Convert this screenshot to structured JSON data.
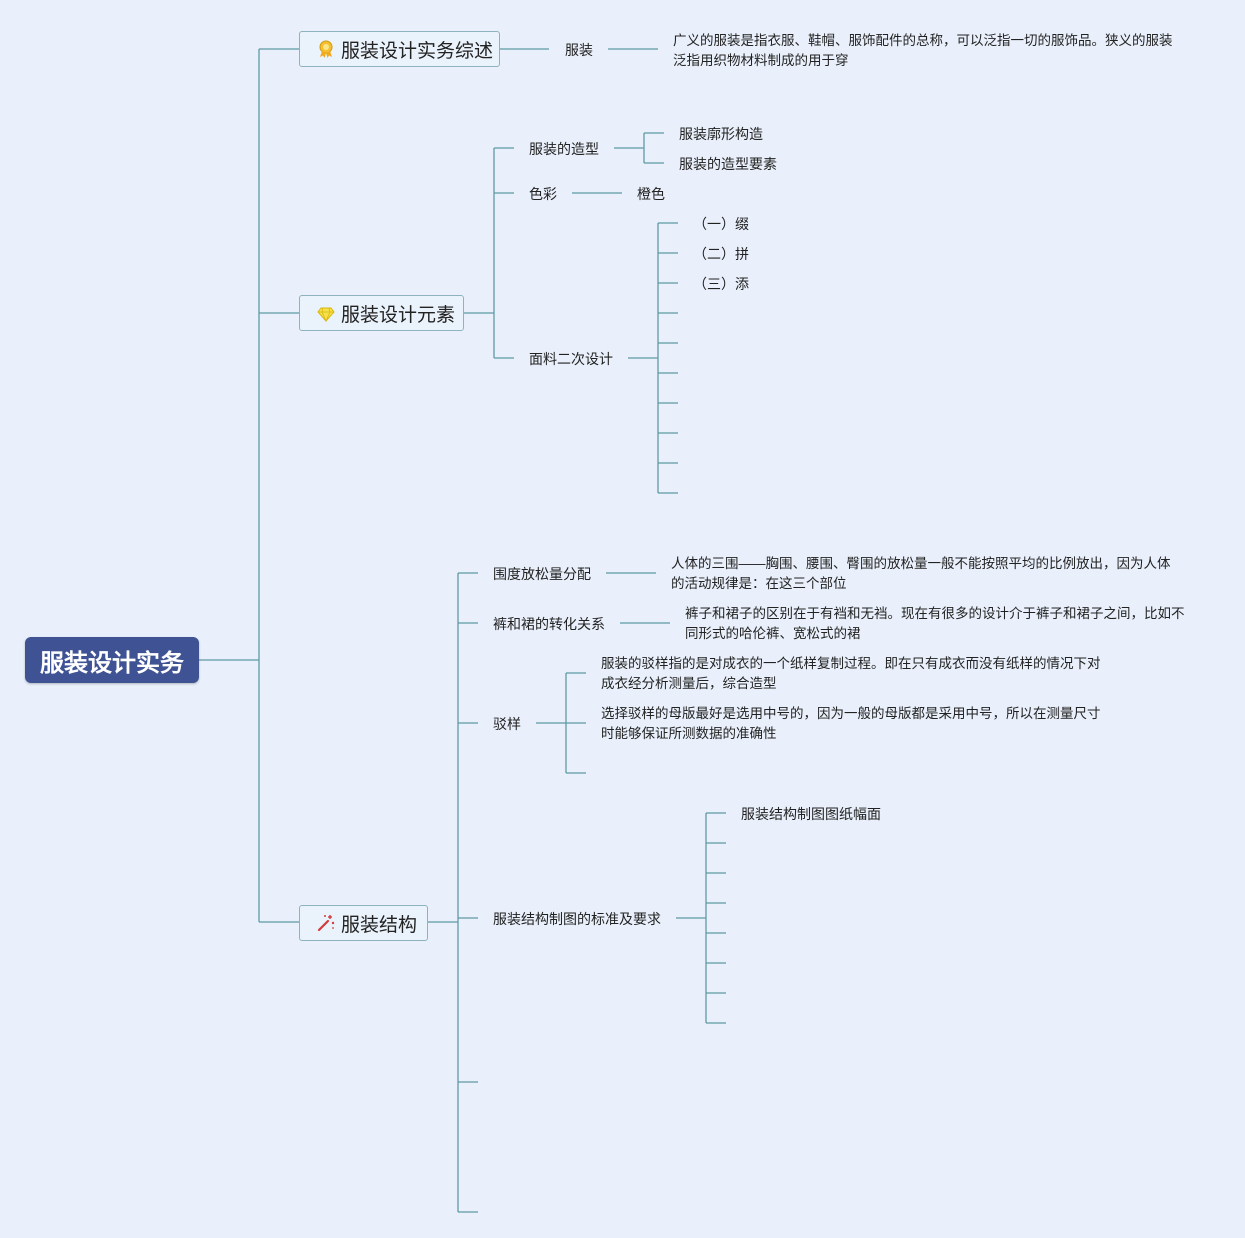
{
  "root": "服装设计实务",
  "branches": [
    {
      "label": "服装设计实务综述",
      "icon": "award-ribbon-icon",
      "children": [
        {
          "label": "服装",
          "detail": "广义的服装是指衣服、鞋帽、服饰配件的总称，可以泛指一切的服饰品。狭义的服装泛指用织物材料制成的用于穿"
        }
      ]
    },
    {
      "label": "服装设计元素",
      "icon": "diamond-gem-icon",
      "children": [
        {
          "label": "服装的造型",
          "items": [
            "服装廓形构造",
            "服装的造型要素"
          ]
        },
        {
          "label": "色彩",
          "items": [
            "橙色"
          ]
        },
        {
          "label": "面料二次设计",
          "items": [
            "（一）缀",
            "（二）拼",
            "（三）添"
          ]
        }
      ]
    },
    {
      "label": "服装结构",
      "icon": "magic-wand-icon",
      "children": [
        {
          "label": "围度放松量分配",
          "detail": "人体的三围——胸围、腰围、臀围的放松量一般不能按照平均的比例放出，因为人体的活动规律是：在这三个部位"
        },
        {
          "label": "裤和裙的转化关系",
          "detail": "裤子和裙子的区别在于有裆和无裆。现在有很多的设计介于裤子和裙子之间，比如不同形式的哈伦裤、宽松式的裙"
        },
        {
          "label": "驳样",
          "items": [
            "服装的驳样指的是对成衣的一个纸样复制过程。即在只有成衣而没有纸样的情况下对成衣经分析测量后，综合造型",
            "选择驳样的母版最好是选用中号的，因为一般的母版都是采用中号，所以在测量尺寸时能够保证所测数据的准确性"
          ]
        },
        {
          "label": "服装结构制图的标准及要求",
          "items": [
            "服装结构制图图纸幅面"
          ]
        }
      ]
    }
  ],
  "colors": {
    "root_fill": "#3f5294",
    "line": "#5f9aa3",
    "background": "#e9f0fb"
  }
}
